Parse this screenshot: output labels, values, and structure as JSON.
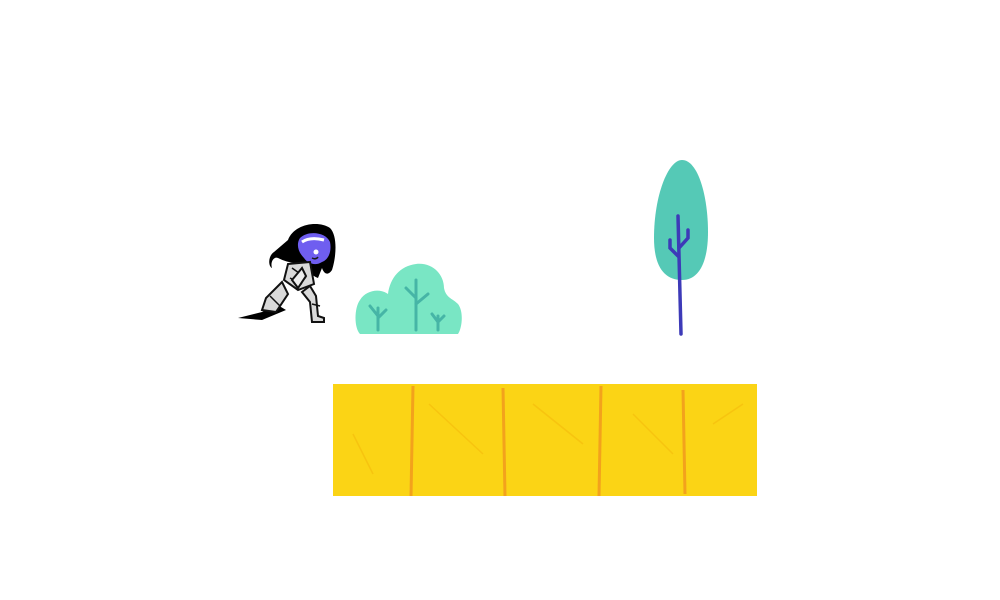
{
  "scene": {
    "background_color": "#ffffff"
  },
  "player": {
    "icon": "crouching-girl-character",
    "hair_color": "#000000",
    "face_color": "#6f5ef0",
    "body_color": "#d9d9d9"
  },
  "decorations": {
    "bush": {
      "icon": "bush-icon",
      "color": "#79e6c4",
      "stem_color": "#46b5a6"
    },
    "tree": {
      "icon": "tree-icon",
      "color": "#55c9b6",
      "trunk_color": "#3d3ab8"
    }
  },
  "platform": {
    "icon": "yellow-block-platform",
    "color": "#fbd415",
    "stripe_color": "#f3a21c",
    "segments": 5
  }
}
